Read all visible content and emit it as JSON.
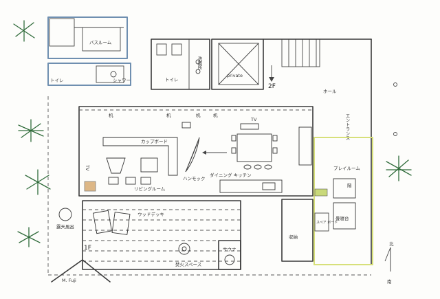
{
  "labels": {
    "bathroom": "バスルーム",
    "toilet_small": "トイレ",
    "shower": "シャワー",
    "washroom": "洗面所",
    "toilet": "トイレ",
    "private": "private",
    "floor2": "2F",
    "hall": "ホール",
    "entrance": "エントランス",
    "desk1": "机",
    "desk2": "机",
    "desk3": "机",
    "desk4": "机",
    "tv1": "TV",
    "tv2": "TV",
    "cupboard": "カップボード",
    "hammock": "ハンモック",
    "dining_kitchen": "ダイニング キッチン",
    "living": "リビングルーム",
    "play_room": "プレイルーム",
    "bunk_top": "階",
    "bunk_room": "畳寝台",
    "storage": "収納",
    "stair_note": "スペア ボード",
    "wood_deck": "ウッドデッキ",
    "floor1": "1F",
    "fire_pit": "焚火スペース",
    "sauna": "サウナ",
    "wood_stove": "露天風呂",
    "author": "M. Fuji",
    "north": "北",
    "south": "南"
  },
  "colors": {
    "bath_area": "#6f8fb0",
    "play_room": "#d7e07a",
    "living_beige": "#c9b68a",
    "tree": "#2f6b3a",
    "dog_bed": "#c98a3a"
  }
}
